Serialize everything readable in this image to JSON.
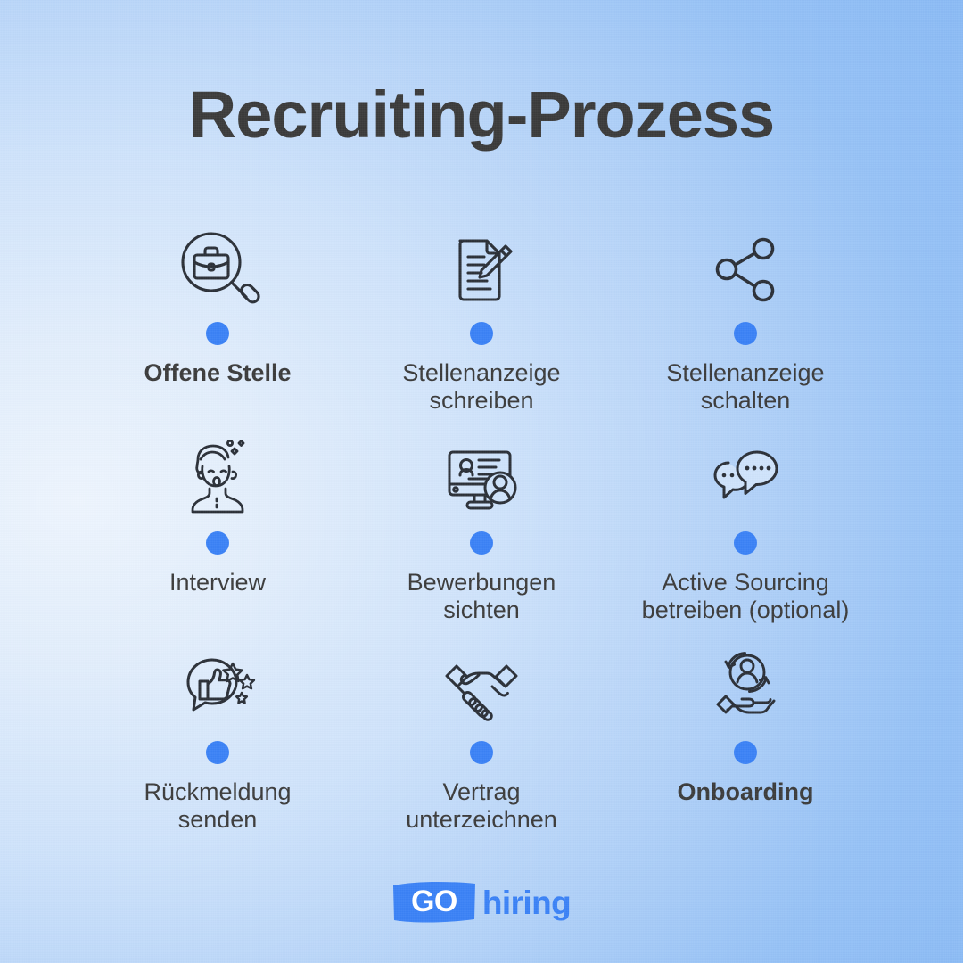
{
  "page": {
    "title": "Recruiting-Prozess",
    "background_from": "#e9f2fd",
    "background_to": "#8cbdf5",
    "accent_color": "#3b82f6",
    "text_color": "#3c3c3c"
  },
  "steps": [
    {
      "label": "Offene Stelle",
      "icon": "briefcase-magnifier-icon",
      "bold": true,
      "dot_color": "#3b82f6"
    },
    {
      "label": "Stellenanzeige\nschreiben",
      "icon": "document-pen-icon",
      "bold": false,
      "dot_color": "#3b82f6"
    },
    {
      "label": "Stellenanzeige\nschalten",
      "icon": "share-network-icon",
      "bold": false,
      "dot_color": "#3b82f6"
    },
    {
      "label": "Interview",
      "icon": "person-thinking-icon",
      "bold": false,
      "dot_color": "#3b82f6"
    },
    {
      "label": "Bewerbungen\nsichten",
      "icon": "monitor-profile-icon",
      "bold": false,
      "dot_color": "#3b82f6"
    },
    {
      "label": "Active Sourcing\nbetreiben (optional)",
      "icon": "chat-bubbles-icon",
      "bold": false,
      "dot_color": "#3b82f6"
    },
    {
      "label": "Rückmeldung\nsenden",
      "icon": "thumbs-up-bubble-icon",
      "bold": false,
      "dot_color": "#3b82f6"
    },
    {
      "label": "Vertrag\nunterzeichnen",
      "icon": "handshake-icon",
      "bold": false,
      "dot_color": "#3b82f6"
    },
    {
      "label": "Onboarding",
      "icon": "hand-person-cycle-icon",
      "bold": true,
      "dot_color": "#3b82f6"
    }
  ],
  "logo": {
    "badge_text": "GO",
    "word_text": "hiring",
    "badge_color": "#3b82f6",
    "word_color": "#3b82f6",
    "badge_text_color": "#ffffff"
  }
}
